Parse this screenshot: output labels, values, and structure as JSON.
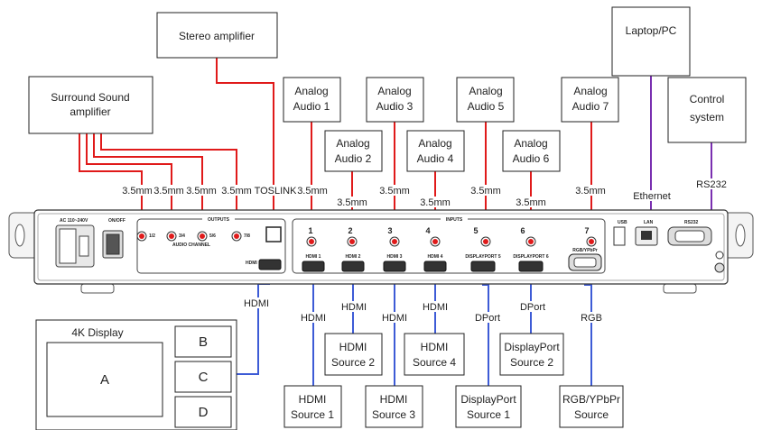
{
  "colors": {
    "audio_cable": "#e01a1a",
    "video_cable": "#3d5bd6",
    "control_cable": "#7a2fb0"
  },
  "sources": {
    "surround": [
      "Surround Sound",
      "amplifier"
    ],
    "stereo": "Stereo amplifier",
    "laptop": "Laptop/PC",
    "control": [
      "Control",
      "system"
    ],
    "analog1": [
      "Analog",
      "Audio 1"
    ],
    "analog2": [
      "Analog",
      "Audio 2"
    ],
    "analog3": [
      "Analog",
      "Audio 3"
    ],
    "analog4": [
      "Analog",
      "Audio 4"
    ],
    "analog5": [
      "Analog",
      "Audio 5"
    ],
    "analog6": [
      "Analog",
      "Audio 6"
    ],
    "analog7": [
      "Analog",
      "Audio 7"
    ],
    "hdmi1": [
      "HDMI",
      "Source 1"
    ],
    "hdmi2": [
      "HDMI",
      "Source 2"
    ],
    "hdmi3": [
      "HDMI",
      "Source 3"
    ],
    "hdmi4": [
      "HDMI",
      "Source 4"
    ],
    "dp1": [
      "DisplayPort",
      "Source 1"
    ],
    "dp2": [
      "DisplayPort",
      "Source 2"
    ],
    "rgb": [
      "RGB/YPbPr",
      "Source"
    ]
  },
  "display": {
    "title": "4K Display",
    "a": "A",
    "b": "B",
    "c": "C",
    "d": "D"
  },
  "cable_labels": {
    "mm": "3.5mm",
    "toslink": "TOSLINK",
    "ethernet": "Ethernet",
    "rs232": "RS232",
    "hdmi": "HDMI",
    "dport": "DPort",
    "rgb": "RGB"
  },
  "panel": {
    "ac": "AC 110~240V",
    "onoff": "ON/OFF",
    "outputs": "OUTPUTS",
    "inputs": "INPUTS",
    "audio_channel": "AUDIO CHANNEL",
    "hdmi_out": "HDMI",
    "ch12": "1/2",
    "ch34": "3/4",
    "ch56": "5/6",
    "ch78": "7/8",
    "in1": "1",
    "in2": "2",
    "in3": "3",
    "in4": "4",
    "in5": "5",
    "in6": "6",
    "in7": "7",
    "hdmi1": "HDMI 1",
    "hdmi2": "HDMI 2",
    "hdmi3": "HDMI 3",
    "hdmi4": "HDMI 4",
    "dp5": "DISPLAYPORT 5",
    "dp6": "DISPLAYPORT 6",
    "rgbypbpr": "RGB/YPbPr",
    "usb": "USB",
    "lan": "LAN",
    "rs232": "RS232"
  }
}
